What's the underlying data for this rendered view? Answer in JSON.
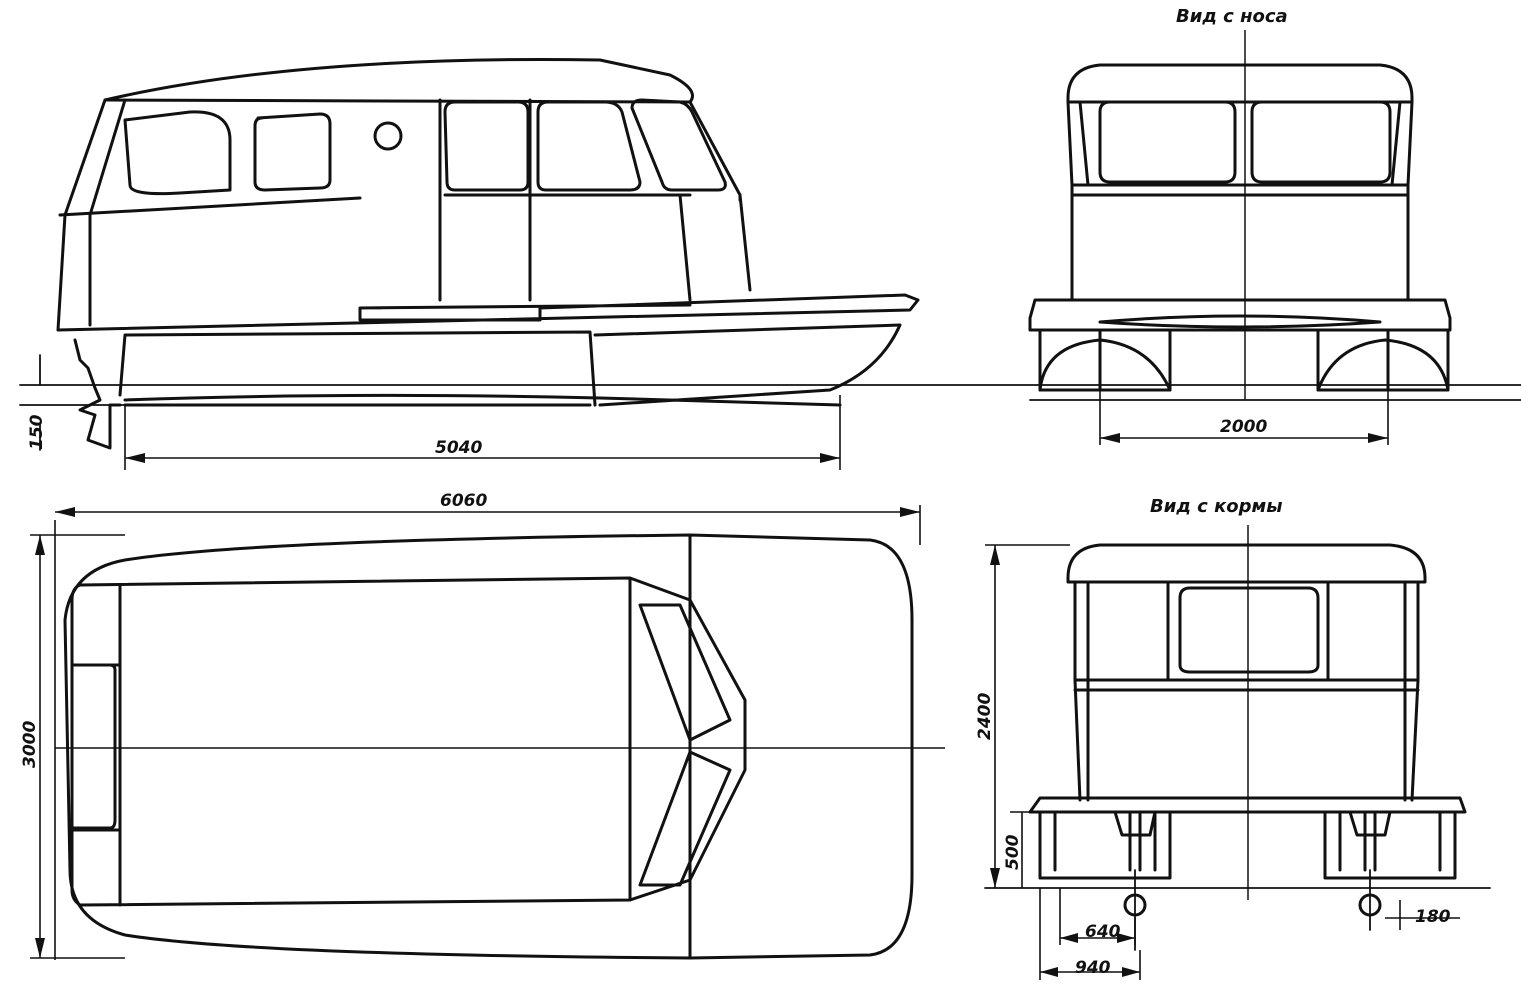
{
  "views": {
    "front_title": "Вид с носа",
    "rear_title": "Вид с кормы"
  },
  "dimensions": {
    "length_waterline": "5040",
    "length_overall": "6060",
    "beam_overall": "3000",
    "draft": "150",
    "front_width": "2000",
    "height": "2400",
    "hull_height": "500",
    "d640": "640",
    "d940": "940",
    "d180": "180"
  }
}
